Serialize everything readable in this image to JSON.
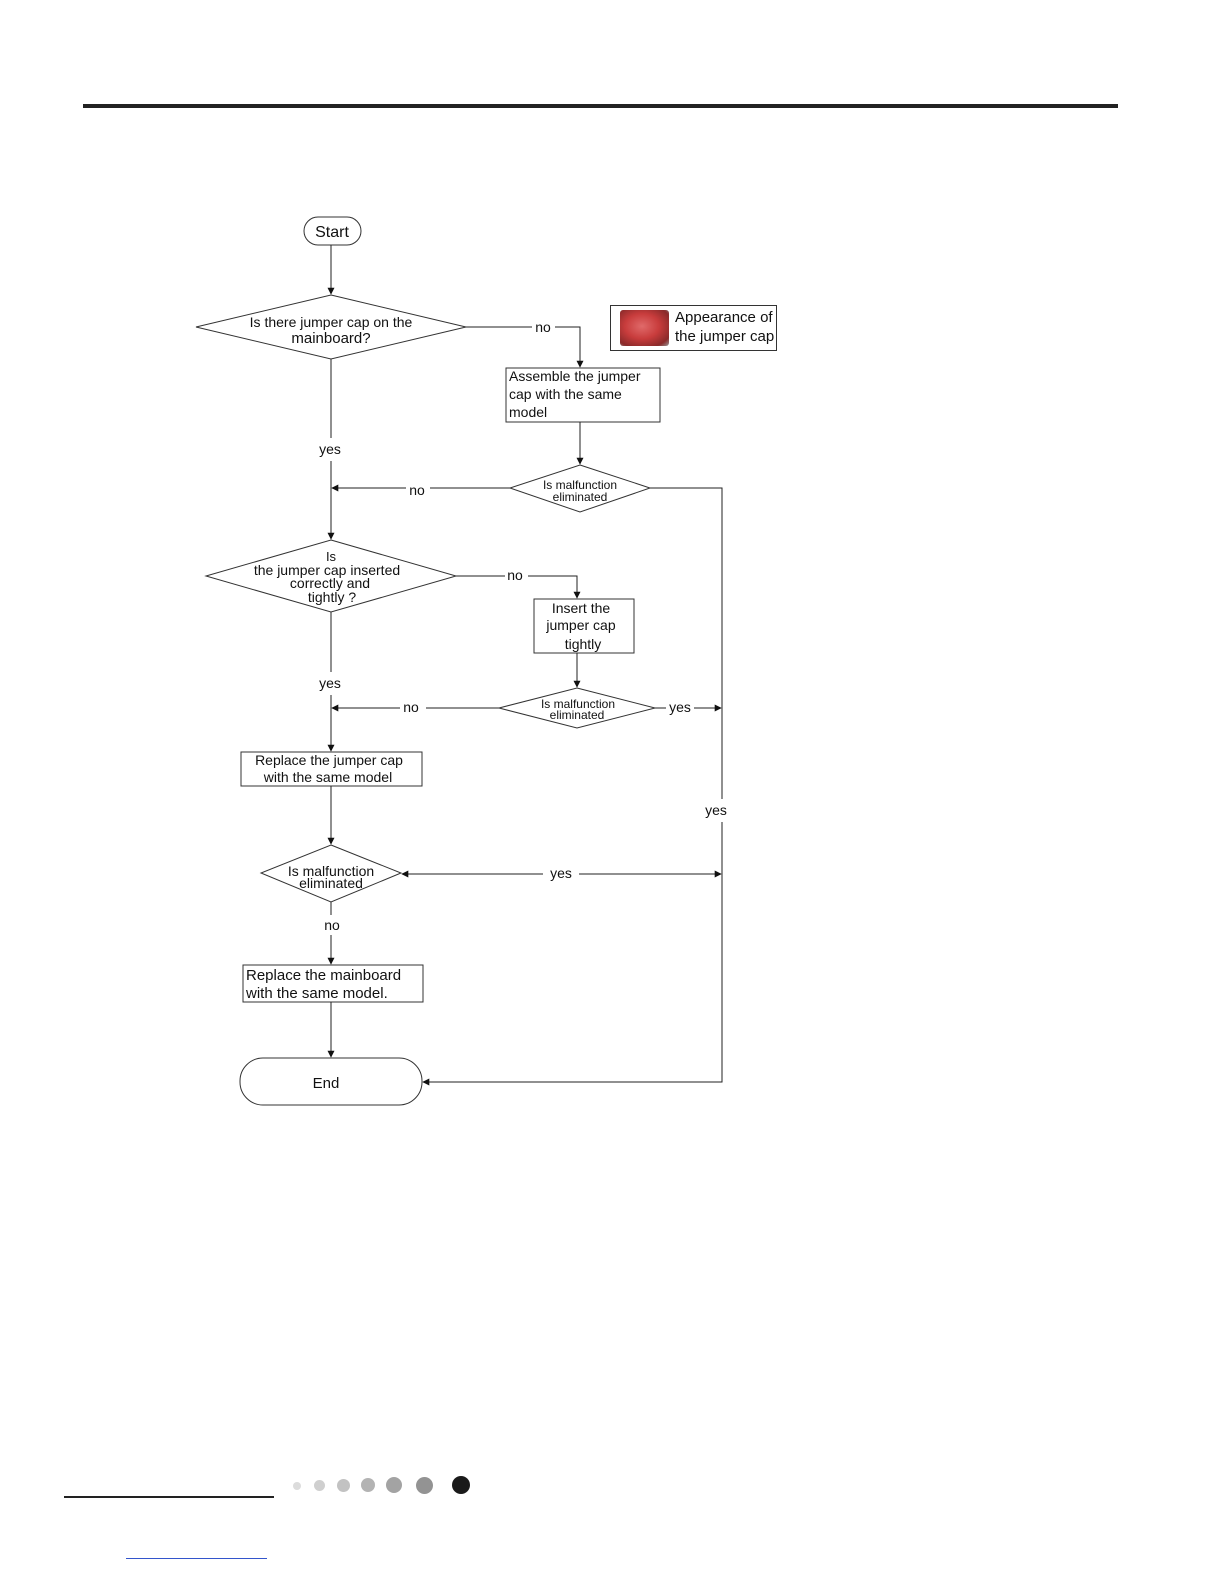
{
  "nodes": {
    "start": "Start",
    "q_jumper_present": [
      "Is there  jumper cap on the",
      "mainboard?"
    ],
    "assemble": [
      "Assemble the jumper",
      "cap with the same",
      "model"
    ],
    "q_elim_1": [
      "Is malfunction",
      "eliminated"
    ],
    "q_inserted": [
      "Is",
      "the jumper cap inserted",
      "correctly and",
      "tightly ?"
    ],
    "insert_tight": [
      "Insert the",
      "jumper cap",
      "tightly"
    ],
    "q_elim_2": [
      "Is malfunction",
      "eliminated"
    ],
    "replace_cap": [
      "Replace the   jumper cap",
      "with the same model"
    ],
    "q_elim_3": [
      "Is malfunction",
      "eliminated"
    ],
    "replace_board": [
      "Replace the mainboard",
      "with the same model."
    ],
    "end": "End"
  },
  "edge_labels": {
    "e1_no": "no",
    "e1_yes": "yes",
    "e2_no": "no",
    "e3_no": "no",
    "e3_yes": "yes",
    "e4_no": "no",
    "e4_yes": "yes",
    "e5_yes_right": "yes",
    "e6_yes": "yes",
    "e6_no": "no"
  },
  "legend": {
    "line1": "Appearance of",
    "line2": "the jumper cap",
    "photo_icon": "jumper-cap-photo"
  },
  "footer": {
    "dots": [
      {
        "color": "#dcdcdc"
      },
      {
        "color": "#cfcfcf"
      },
      {
        "color": "#c2c2c2"
      },
      {
        "color": "#b3b3b3"
      },
      {
        "color": "#a3a3a3"
      },
      {
        "color": "#939393"
      },
      {
        "color": "#1a1a1a"
      }
    ]
  }
}
